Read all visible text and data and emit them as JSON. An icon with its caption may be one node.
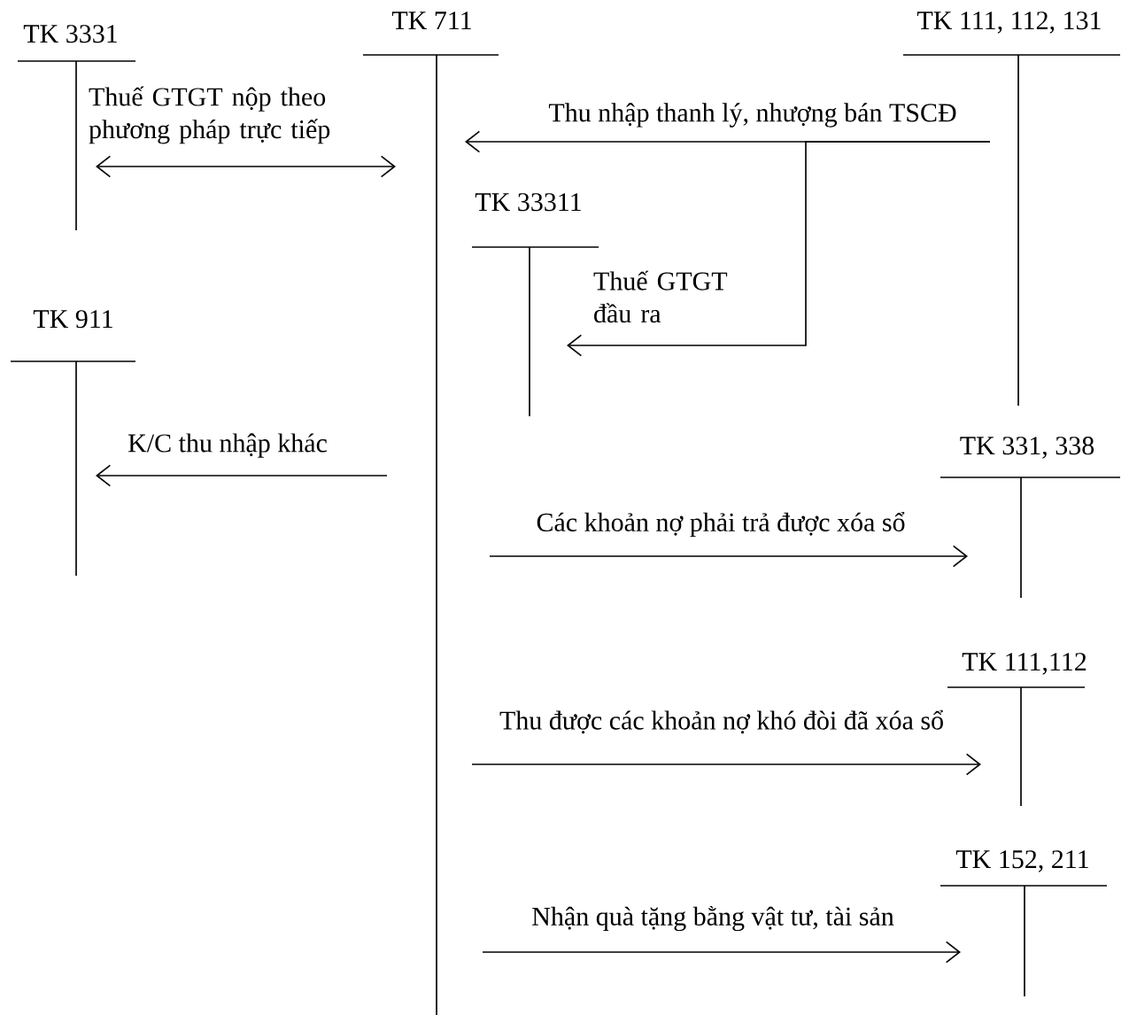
{
  "diagram": {
    "nodes": [
      {
        "text": [
          "TK 3331"
        ]
      },
      {
        "text": [
          "TK 711"
        ]
      },
      {
        "text": [
          "TK 111, 112, 131"
        ]
      },
      {
        "text": [
          "TK 33311"
        ]
      },
      {
        "text": [
          "TK 911"
        ]
      },
      {
        "text": [
          "TK 331, 338"
        ]
      },
      {
        "text": [
          "TK 111,112"
        ]
      },
      {
        "text": [
          "TK 152,  211"
        ]
      }
    ],
    "edges": [
      {
        "from": 0,
        "to": 1,
        "arrow": "both",
        "label": "Thuế GTGT nộp theo phương pháp trực tiếp"
      },
      {
        "from": 2,
        "to": 1,
        "arrow": "to",
        "label": "Thu nhập thanh lý, nhượng bán TSCĐ"
      },
      {
        "from": 2,
        "to": 3,
        "arrow": "to",
        "label": "Thuế GTGT đầu ra"
      },
      {
        "from": 1,
        "to": 4,
        "arrow": "to",
        "label": "K/C thu nhập khác"
      },
      {
        "from": 1,
        "to": 5,
        "arrow": "to",
        "label": "Các khoản nợ phải trả được xóa sổ"
      },
      {
        "from": 1,
        "to": 6,
        "arrow": "to",
        "label": "Thu được các khoản nợ khó đòi đã xóa sổ"
      },
      {
        "from": 1,
        "to": 7,
        "arrow": "to",
        "label": "Nhận quà tặng bằng vật tư, tài sản"
      }
    ]
  }
}
